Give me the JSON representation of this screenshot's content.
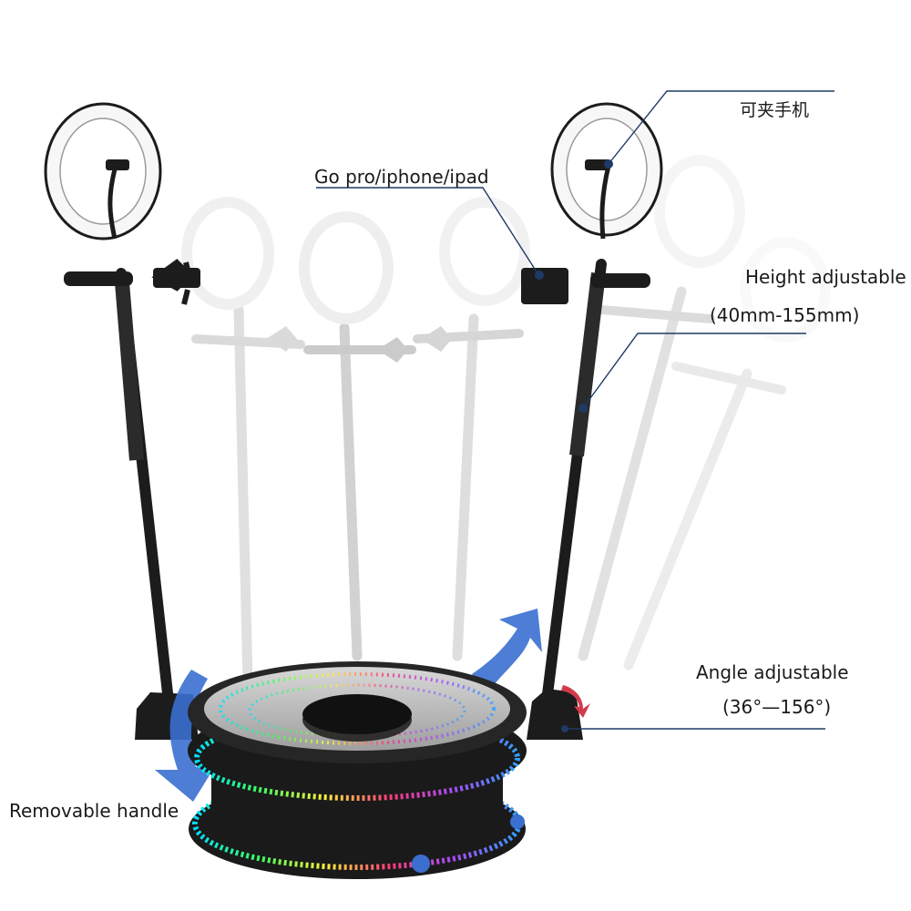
{
  "labels": {
    "phone_clip": "可夹手机",
    "device_mount": "Go pro/iphone/ipad",
    "height": "Height adjustable",
    "height_range": "(40mm-155mm)",
    "angle": "Angle adjustable",
    "angle_range": "(36°—156°)",
    "handle": "Removable handle"
  },
  "colors": {
    "pole": "#1c1c1c",
    "ghost": "#c9c9c9",
    "ring_light": "#f7f7f7",
    "callout_line": "#1f3a64",
    "arrow_blue": "#3a6fd0",
    "arrow_red": "#d23a4a"
  }
}
